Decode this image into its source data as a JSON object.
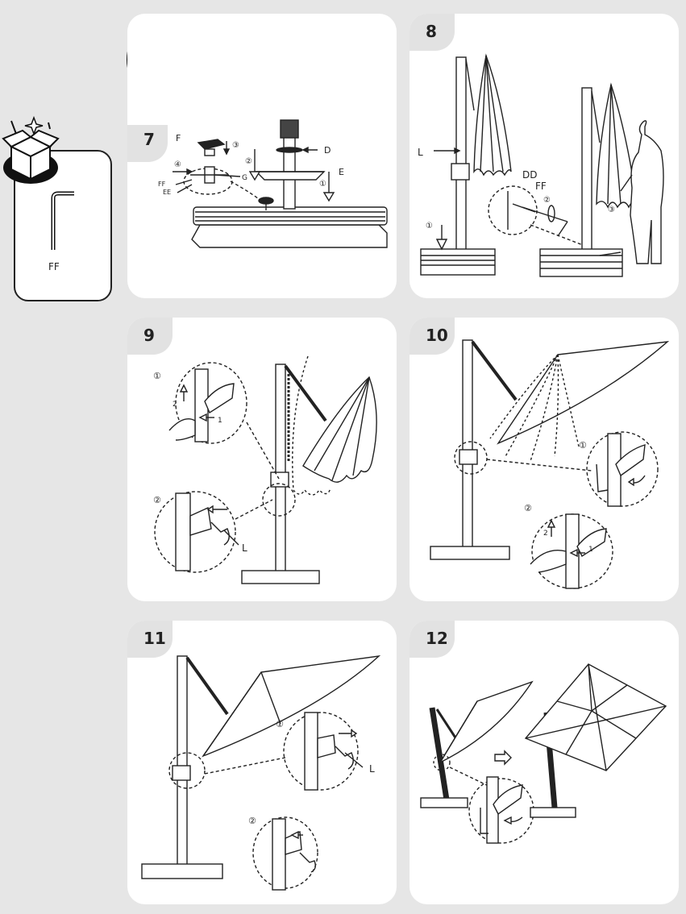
{
  "tools_icon": {
    "name": "screwdriver-gears-icon"
  },
  "parts_box": {
    "icon": "open-box-icon",
    "part_label": "FF",
    "part_icon": "allen-key-icon"
  },
  "steps": [
    {
      "number": "7",
      "labels": {
        "F": "F",
        "D": "D",
        "E": "E",
        "FF": "FF",
        "EE": "EE",
        "G": "G",
        "c1": "①",
        "c2": "②",
        "c3": "③",
        "c4": "④"
      }
    },
    {
      "number": "8",
      "labels": {
        "L": "L",
        "DD": "DD",
        "FF": "FF",
        "c1": "①",
        "c2": "②",
        "c3": "③"
      }
    },
    {
      "number": "9",
      "labels": {
        "c1": "①",
        "c2": "②",
        "L": "L",
        "n1": "1",
        "n2": "2"
      }
    },
    {
      "number": "10",
      "labels": {
        "c1": "①",
        "c2": "②",
        "n1": "1",
        "n2": "2"
      }
    },
    {
      "number": "11",
      "labels": {
        "c1": "①",
        "c2": "②",
        "L": "L"
      }
    },
    {
      "number": "12",
      "labels": {}
    }
  ]
}
